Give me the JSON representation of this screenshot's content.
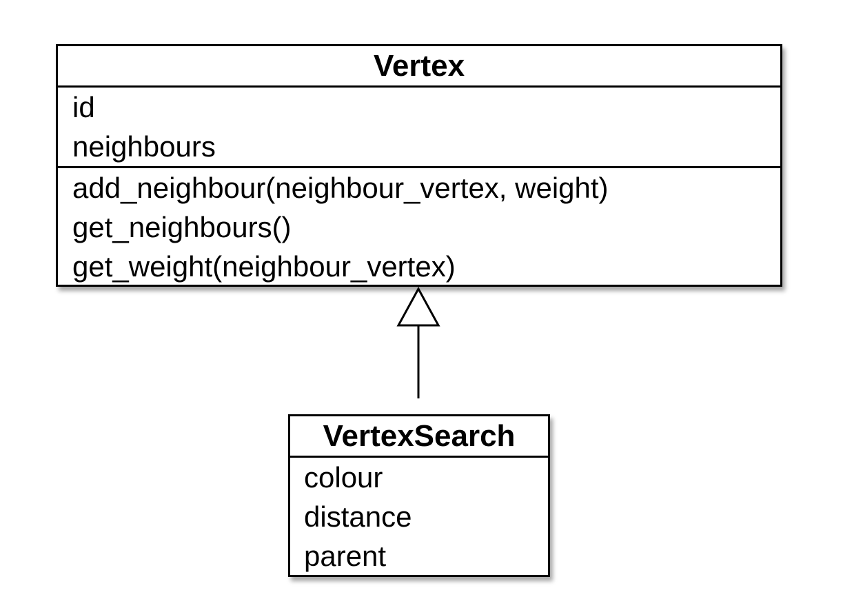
{
  "classes": {
    "vertex": {
      "name": "Vertex",
      "attributes": [
        "id",
        "neighbours"
      ],
      "methods": [
        "add_neighbour(neighbour_vertex, weight)",
        "get_neighbours()",
        "get_weight(neighbour_vertex)"
      ]
    },
    "vertex_search": {
      "name": "VertexSearch",
      "attributes": [
        "colour",
        "distance",
        "parent"
      ]
    }
  },
  "relationships": [
    {
      "type": "generalization",
      "from": "VertexSearch",
      "to": "Vertex"
    }
  ],
  "colors": {
    "line": "#000000",
    "box_fill": "#ffffff"
  }
}
